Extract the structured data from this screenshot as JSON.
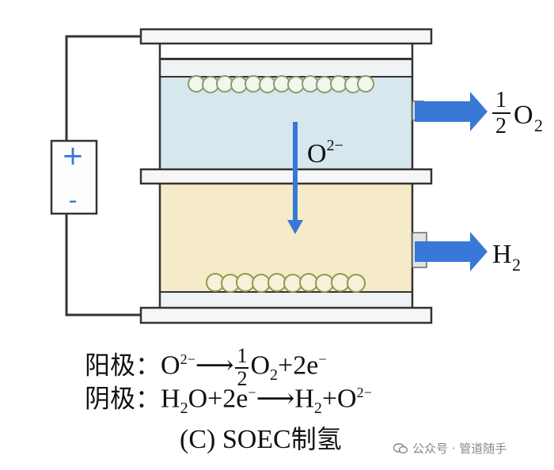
{
  "battery": {
    "plus": "+",
    "minus": "-"
  },
  "labels": {
    "oxide_ion": {
      "base": "O",
      "sup": "2−"
    },
    "oxygen_out": {
      "frac_num": "1",
      "frac_den": "2",
      "base": "O",
      "sub": "2"
    },
    "hydrogen_out": {
      "base": "H",
      "sub": "2"
    }
  },
  "anode": {
    "label": "阳极：",
    "t1": "O",
    "s1": "2−",
    "arrow": "⟶",
    "frac_num": "1",
    "frac_den": "2",
    "t2": "O",
    "s2": "2",
    "t3": "+2e",
    "s3": "−"
  },
  "cathode": {
    "label": "阴极：",
    "t1": "H",
    "s1": "2",
    "t2": "O+2e",
    "s2": "−",
    "arrow": "⟶",
    "t3": "H",
    "s3": "2",
    "t4": "+O",
    "s4": "2−"
  },
  "caption": {
    "prefix": "(C) SOEC",
    "cn": "制氢"
  },
  "watermark": {
    "text": "公众号 · 管道随手"
  },
  "colors": {
    "anode_chamber": "#d6e7ee",
    "cathode_chamber": "#f5ebc8",
    "arrow_blue": "#3a78d8",
    "frame": "#3a3a3a"
  }
}
